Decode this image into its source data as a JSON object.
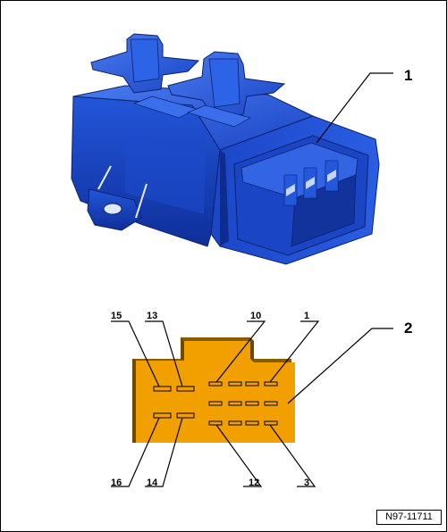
{
  "callouts": {
    "item1": "1",
    "item2": "2"
  },
  "pin_labels": {
    "p15": "15",
    "p13": "13",
    "p10": "10",
    "p1": "1",
    "p16": "16",
    "p14": "14",
    "p12": "12",
    "p3": "3"
  },
  "reference": "N97-11711",
  "colors": {
    "housing_blue": "#1f4fd0",
    "connector_orange": "#f2a000",
    "connector_shadow": "#8a5a00"
  }
}
